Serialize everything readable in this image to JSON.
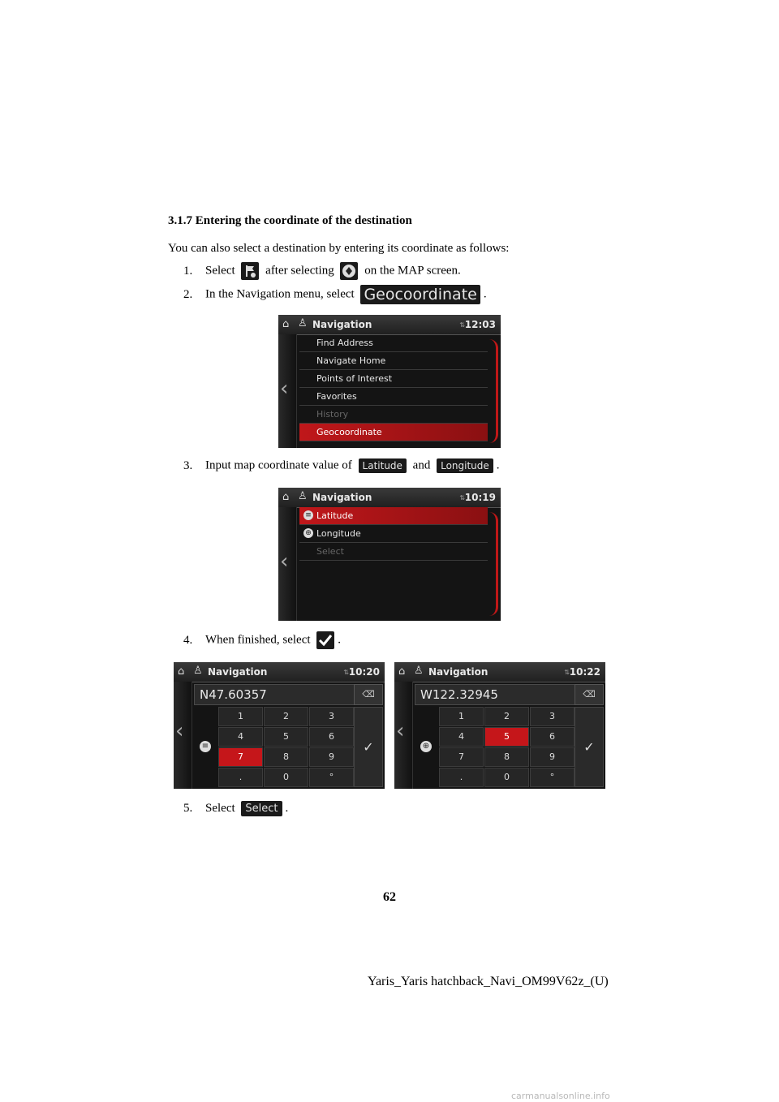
{
  "section": {
    "title": "3.1.7  Entering the coordinate of the destination",
    "intro": "You can also select a destination by entering its coordinate as follows:"
  },
  "steps": [
    {
      "num": "1.",
      "a": "Select",
      "b": "after selecting",
      "c": "on the MAP screen."
    },
    {
      "num": "2.",
      "a": "In the Navigation menu, select",
      "chip": "Geocoordinate",
      "end": "."
    },
    {
      "num": "3.",
      "a": "Input map coordinate value of",
      "chip1": "Latitude",
      "b": "and",
      "chip2": "Longitude",
      "end": "."
    },
    {
      "num": "4.",
      "a": "When finished, select",
      "end": "."
    },
    {
      "num": "5.",
      "a": "Select",
      "chip": "Select",
      "end": "."
    }
  ],
  "screen1": {
    "title": "Navigation",
    "time": "12:03",
    "items": [
      "Find Address",
      "Navigate Home",
      "Points of Interest",
      "Favorites",
      "History",
      "Geocoordinate"
    ]
  },
  "screen2": {
    "title": "Navigation",
    "time": "10:19",
    "items": [
      "Latitude",
      "Longitude",
      "Select"
    ]
  },
  "screen3": {
    "title": "Navigation",
    "time": "10:20",
    "value": "N47.60357",
    "active_key": "7"
  },
  "screen4": {
    "title": "Navigation",
    "time": "10:22",
    "value": "W122.32945",
    "active_key": "5"
  },
  "keypad": [
    "1",
    "2",
    "3",
    "4",
    "5",
    "6",
    "7",
    "8",
    "9",
    ".",
    "0",
    "°"
  ],
  "page_number": "62",
  "footer": "Yaris_Yaris hatchback_Navi_OM99V62z_(U)",
  "watermark": "carmanualsonline.info",
  "colors": {
    "accent_red": "#c5161a",
    "screen_bg": "#141414"
  },
  "icons": {
    "home": "home-icon",
    "navigation": "navigation-icon",
    "back": "back-chevron-icon",
    "check": "checkmark-icon",
    "delete": "backspace-icon"
  }
}
